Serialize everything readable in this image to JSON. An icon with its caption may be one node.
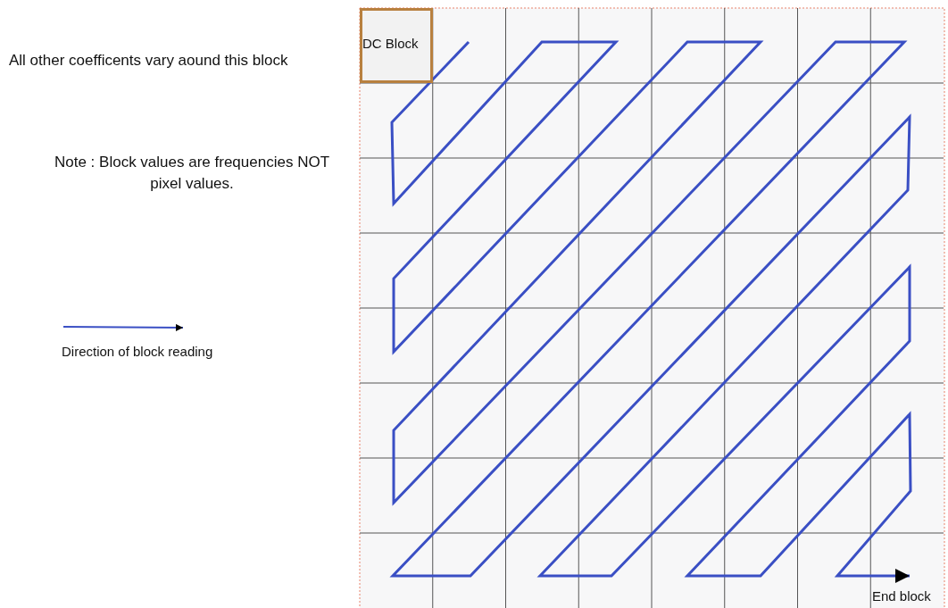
{
  "diagram": {
    "nodes": [
      {
        "text": [
          "DC Block"
        ]
      },
      {
        "text": [
          "End block"
        ]
      }
    ],
    "edges": [
      {
        "from": null,
        "to": 1,
        "arrow": "to"
      }
    ],
    "labels": [
      "All other coefficents vary aound this block",
      "Note : Block values are frequencies NOT pixel values."
    ],
    "legend": [
      {
        "text": "Direction of block reading"
      }
    ]
  }
}
